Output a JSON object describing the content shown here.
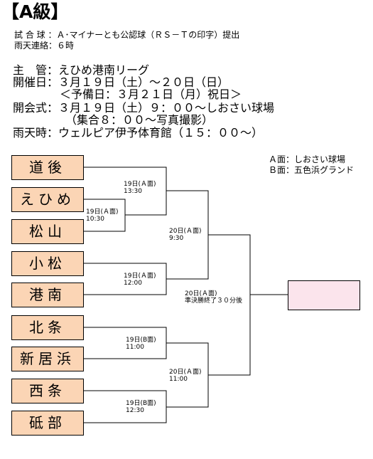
{
  "header": {
    "title": "【A級】",
    "line1": "試 合 球 ：Ａ･マイナーとも公認球（ＲＳ－Ｔの印字）提出",
    "line2": "雨天連絡：６時"
  },
  "info": {
    "organizer": "主　管：えひめ港南リーグ",
    "dates": "開催日：３月１９日（土）～２０日（日）",
    "reserve": "＜予備日：３月２１日（月）祝日＞",
    "opening": "開会式：３月１９日（土）９：００～しおさい球場",
    "gathering": "（集合８：００～写真撮影）",
    "rain": "雨天時：ウェルピア伊予体育館（１５：００～）"
  },
  "venues": {
    "a": "Ａ面：しおさい球場",
    "b": "Ｂ面：五色浜グランド"
  },
  "teams": [
    "道後",
    "えひめ",
    "松山",
    "小松",
    "港南",
    "北条",
    "新居浜",
    "西条",
    "砥部"
  ],
  "matches": {
    "m1_day": "19日(Ａ面)",
    "m1_time": "10:30",
    "m2_day": "19日(Ａ面)",
    "m2_time": "13:30",
    "m3_day": "19日(Ａ面)",
    "m3_time": "12:00",
    "m4_day": "19日(B面)",
    "m4_time": "11:00",
    "m5_day": "19日(B面)",
    "m5_time": "12:30",
    "m6_day": "20日(Ａ面)",
    "m6_time": "9:30",
    "m7_day": "20日(Ａ面)",
    "m7_time": "11:00",
    "final_day": "20日(Ａ面)",
    "final_time": "準決勝終了３０分後"
  }
}
